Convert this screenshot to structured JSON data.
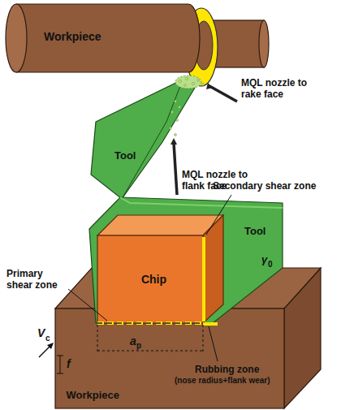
{
  "diagram": {
    "nodes": [
      {
        "text": [
          "Workpiece"
        ]
      },
      {
        "text": [
          "Tool"
        ]
      },
      {
        "text": [
          "Tool"
        ]
      },
      {
        "text": [
          "Chip"
        ]
      },
      {
        "text": [
          "Workpiece"
        ]
      }
    ],
    "labels": [
      "MQL nozzle to rake face",
      "MQL nozzle to flank face",
      "Secondary shear zone",
      "Primary shear zone",
      "V",
      "c",
      "a",
      "p",
      "f",
      "γ",
      "0",
      "Rubbing zone",
      "(nose radius+flank wear)"
    ]
  }
}
